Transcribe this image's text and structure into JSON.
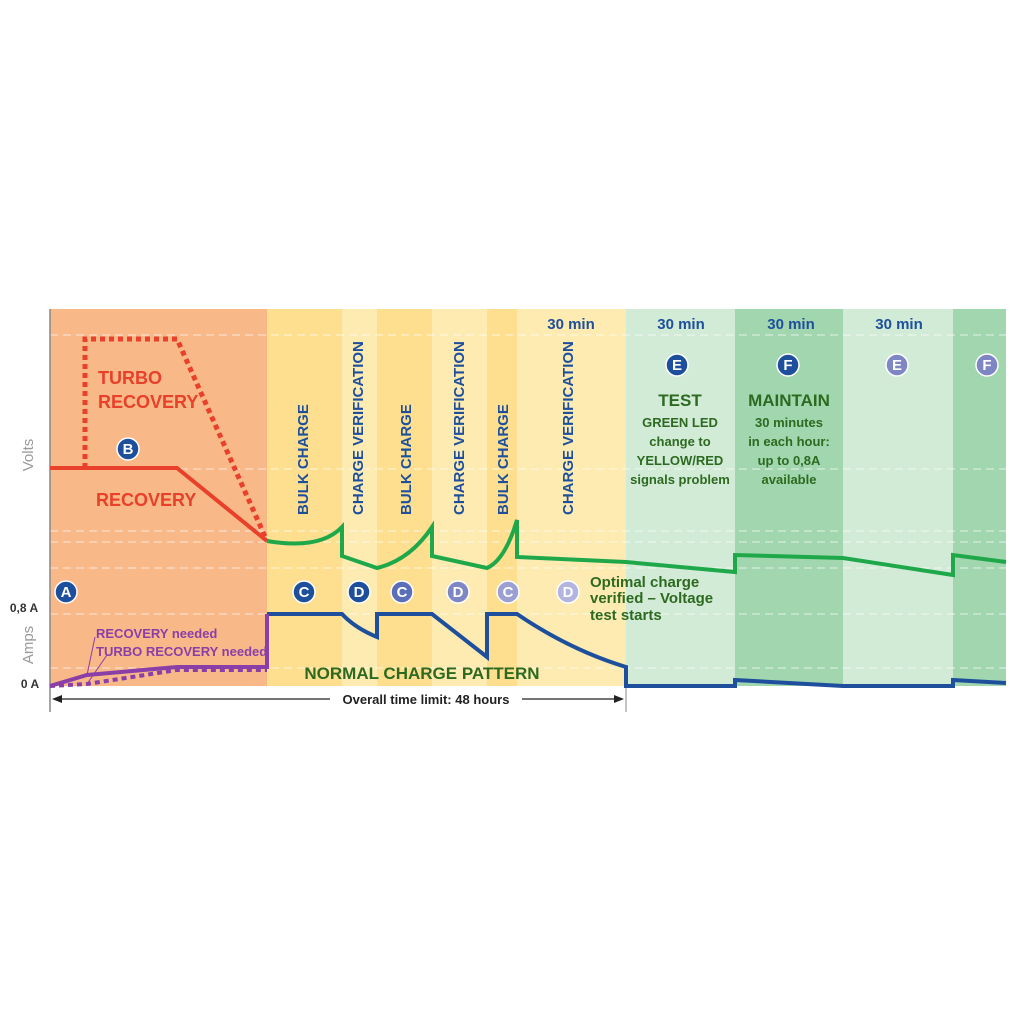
{
  "axes": {
    "volts_label": "Volts",
    "amps_label": "Amps",
    "amps_max": "0,8 A",
    "amps_zero": "0 A"
  },
  "durations": [
    "30 min",
    "30 min",
    "30 min",
    "30 min"
  ],
  "recovery": {
    "turbo_line1": "TURBO",
    "turbo_line2": "RECOVERY",
    "recovery": "RECOVERY",
    "recovery_needed": "RECOVERY needed",
    "turbo_needed": "TURBO RECOVERY needed"
  },
  "phases": [
    "BULK CHARGE",
    "CHARGE VERIFICATION",
    "BULK CHARGE",
    "CHARGE VERIFICATION",
    "BULK CHARGE",
    "CHARGE VERIFICATION"
  ],
  "markers": {
    "A": "A",
    "B": "B",
    "C": "C",
    "D": "D",
    "E": "E",
    "F": "F"
  },
  "normal_pattern": "NORMAL CHARGE PATTERN",
  "optimal": [
    "Optimal charge",
    "verified – Voltage",
    "test starts"
  ],
  "test": {
    "title": "TEST",
    "lines": [
      "GREEN LED",
      "change to",
      "YELLOW/RED",
      "signals problem"
    ]
  },
  "maintain": {
    "title": "MAINTAIN",
    "lines": [
      "30 minutes",
      "in each hour:",
      "up to 0,8A",
      "available"
    ]
  },
  "time_limit": "Overall time limit: 48 hours",
  "colors": {
    "orange": "#f8b888",
    "yellow_dark": "#fddf8f",
    "yellow_light": "#fdebb2",
    "green_light": "#cfeBd6",
    "green_dark": "#a2d6ae",
    "blue": "#1d4f9c",
    "red": "#e8402a",
    "green_line": "#1fa84a",
    "purple": "#8a3fa8"
  }
}
